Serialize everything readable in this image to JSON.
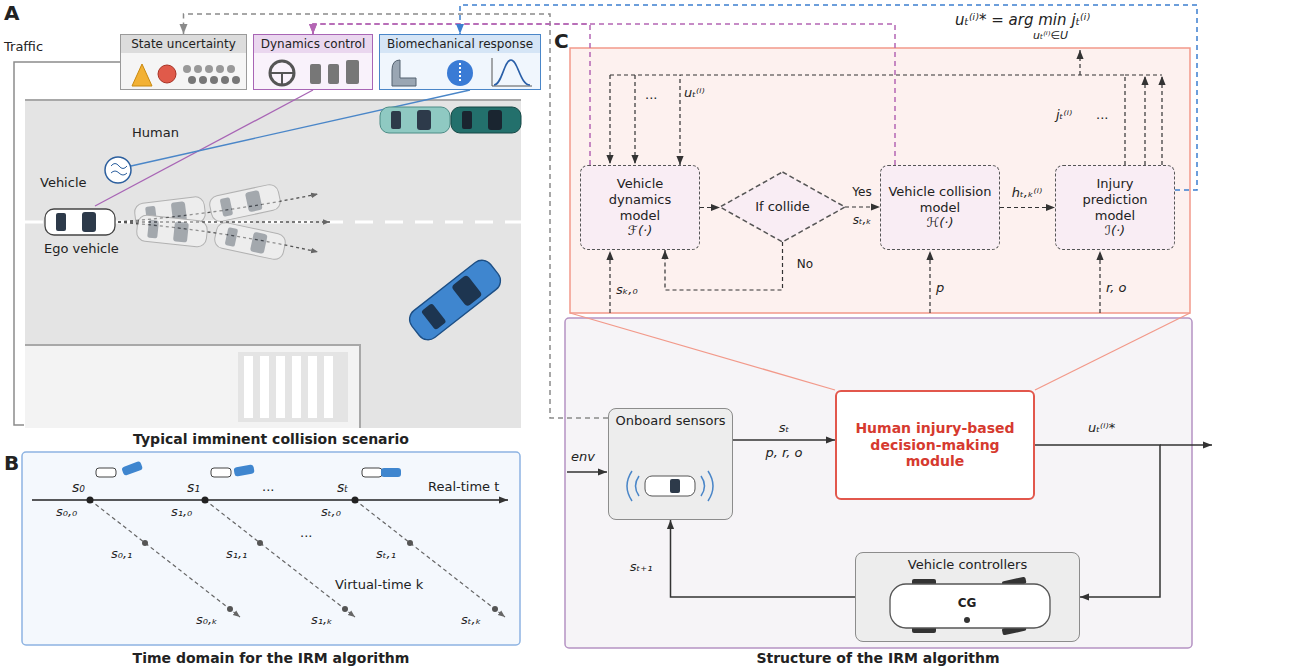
{
  "diagram": {
    "nodes": [
      {
        "text": [
          "State uncertainty"
        ]
      },
      {
        "text": [
          "Dynamics control"
        ]
      },
      {
        "text": [
          "Biomechanical response"
        ]
      },
      {
        "text": [
          "Vehicle dynamics model",
          "ℱ(·)"
        ]
      },
      {
        "text": [
          "If collide"
        ]
      },
      {
        "text": [
          "Vehicle collision model",
          "ℋ(·)"
        ]
      },
      {
        "text": [
          "Injury prediction model",
          "ℐ(·)"
        ]
      },
      {
        "text": [
          "Onboard sensors"
        ]
      },
      {
        "text": [
          "Human injury-based decision-making module"
        ]
      },
      {
        "text": [
          "Vehicle controllers"
        ]
      }
    ],
    "edges": [
      {
        "from": 7,
        "to": 0,
        "arrow": "to"
      },
      {
        "from": 3,
        "to": 1,
        "arrow": "to"
      },
      {
        "from": 5,
        "to": 1,
        "arrow": "to"
      },
      {
        "from": 6,
        "to": 2,
        "arrow": "to"
      },
      {
        "from": 3,
        "to": 4,
        "arrow": "to"
      },
      {
        "from": 4,
        "to": 5,
        "label": "Yes",
        "arrow": "to"
      },
      {
        "from": 4,
        "to": 3,
        "label": "No",
        "arrow": "to"
      },
      {
        "from": 5,
        "to": 6,
        "label": "hₜ,ₖ⁽ⁱ⁾",
        "arrow": "to"
      },
      {
        "from": 6,
        "to": 3,
        "arrow": "to"
      },
      {
        "from": 7,
        "to": 8,
        "label": "sₜ",
        "arrow": "to"
      },
      {
        "from": 8,
        "to": 9,
        "arrow": "to"
      },
      {
        "from": 9,
        "to": 7,
        "label": "sₜ₊₁",
        "arrow": "to"
      }
    ],
    "labels": [
      "A",
      "Traffic",
      "Vehicle",
      "Human",
      "Ego vehicle",
      "Typical imminent collision scenario",
      "B",
      "s₀",
      "s₁",
      "...",
      "sₜ",
      "Real-time t",
      "s₀,₀",
      "s₁,₀",
      "sₜ,₀",
      "s₀,₁",
      "s₁,₁",
      "...",
      "sₜ,₁",
      "Virtual-time k",
      "s₀,ₖ",
      "s₁,ₖ",
      "sₜ,ₖ",
      "Time domain for the IRM algorithm",
      "C",
      "uₜ⁽ⁱ⁾* = arg min",
      "uₜ⁽ⁱ⁾∈U",
      "jₜ⁽ⁱ⁾",
      "...",
      "uₜ⁽ⁱ⁾",
      "jₜ⁽ⁱ⁾",
      "...",
      "sₜ,ₖ",
      "sₖ,₀",
      "p",
      "r, o",
      "env",
      "p, r, o",
      "uₜ⁽ⁱ⁾*",
      "CG",
      "Structure of the IRM algorithm"
    ]
  }
}
